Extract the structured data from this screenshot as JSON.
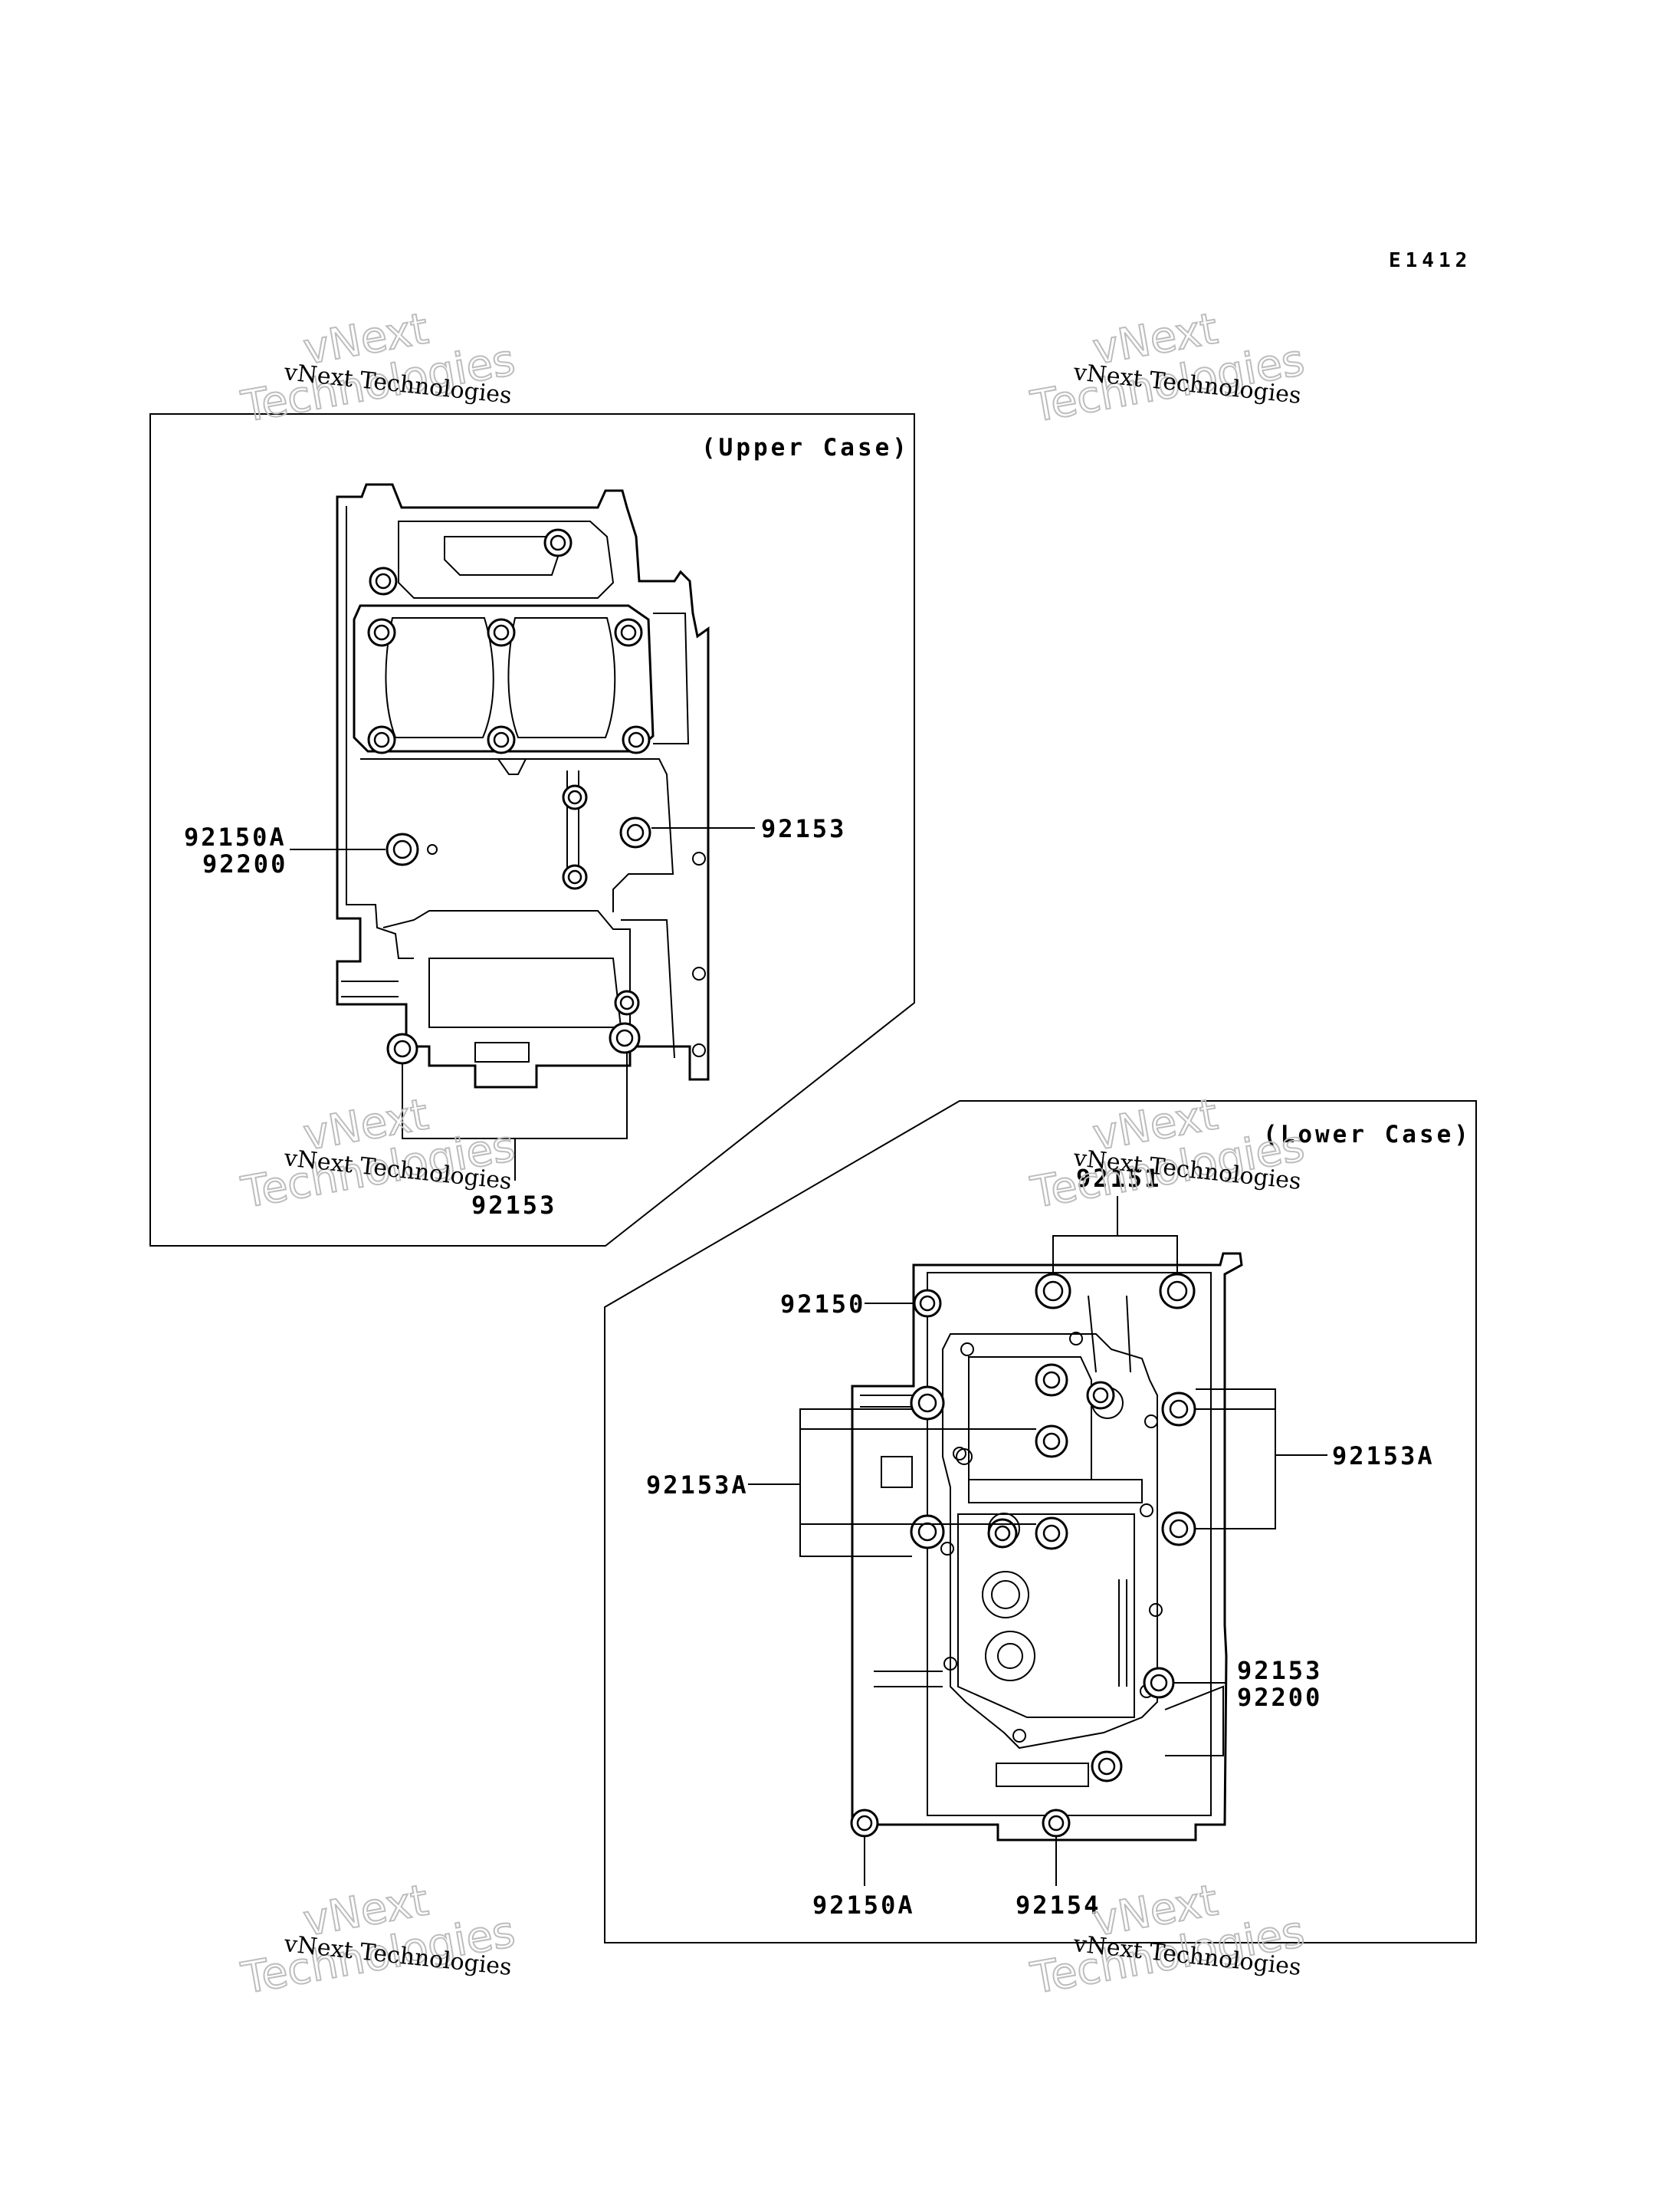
{
  "diagram_code": "E1412",
  "watermark": {
    "line1": "vNext Technologies",
    "outline_top": "vNext",
    "outline_bottom": "Technologies"
  },
  "upper_case": {
    "section_label": "(Upper Case)",
    "callouts": {
      "left_top": "92150A",
      "left_bottom": "92200",
      "right": "92153",
      "bottom": "92153"
    }
  },
  "lower_case": {
    "section_label": "(Lower Case)",
    "callouts": {
      "top": "92151",
      "left_top": "92150",
      "left_mid": "92153A",
      "right_mid": "92153A",
      "right_lower_top": "92153",
      "right_lower_bottom": "92200",
      "bottom_left": "92150A",
      "bottom_right": "92154"
    }
  }
}
